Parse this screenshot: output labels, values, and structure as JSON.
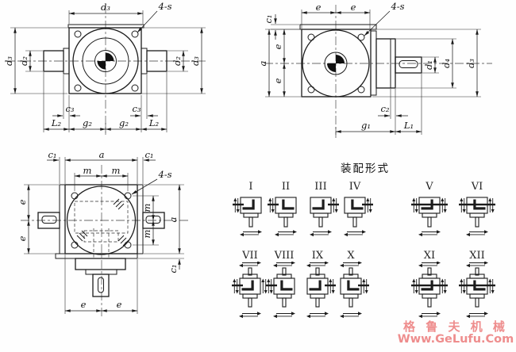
{
  "drawing": {
    "labels": {
      "d1": "d₁",
      "d2": "d₂",
      "d3": "d₃",
      "d4": "d₄",
      "c1": "c₁",
      "c2": "c₂",
      "c3": "c₃",
      "L1": "L₁",
      "L2": "L₂",
      "g1": "g₁",
      "g2": "g₂",
      "a": "a",
      "e": "e",
      "m": "m",
      "bolt": "4-s"
    }
  },
  "assembly": {
    "heading": "装配形式",
    "forms": [
      {
        "numeral": "I",
        "row": 1,
        "h_shaft": "left",
        "v_arrows": "left",
        "mirror": false
      },
      {
        "numeral": "II",
        "row": 1,
        "h_shaft": "left",
        "v_arrows": "left",
        "mirror": true
      },
      {
        "numeral": "III",
        "row": 1,
        "h_shaft": "right",
        "v_arrows": "right",
        "mirror": false
      },
      {
        "numeral": "IV",
        "row": 1,
        "h_shaft": "right",
        "v_arrows": "right",
        "mirror": true
      },
      {
        "numeral": "V",
        "row": 1,
        "h_shaft": "both",
        "v_arrows": "both",
        "mirror": false
      },
      {
        "numeral": "VI",
        "row": 1,
        "h_shaft": "both",
        "v_arrows": "both",
        "mirror": true
      },
      {
        "numeral": "VII",
        "row": 2,
        "h_shaft": "left",
        "v_arrows": "both",
        "mirror": false
      },
      {
        "numeral": "VIII",
        "row": 2,
        "h_shaft": "left",
        "v_arrows": "left",
        "mirror": true
      },
      {
        "numeral": "IX",
        "row": 2,
        "h_shaft": "right",
        "v_arrows": "right",
        "mirror": false
      },
      {
        "numeral": "X",
        "row": 2,
        "h_shaft": "right",
        "v_arrows": "right",
        "mirror": true
      },
      {
        "numeral": "XI",
        "row": 2,
        "h_shaft": "both",
        "v_arrows": "both",
        "mirror": false
      },
      {
        "numeral": "XII",
        "row": 2,
        "h_shaft": "both",
        "v_arrows": "both",
        "mirror": true
      }
    ]
  },
  "watermark": {
    "line1": "格 鲁 夫 机 械",
    "line2": "Www.GeLufu.Com",
    "color": "#ee8d8d"
  }
}
